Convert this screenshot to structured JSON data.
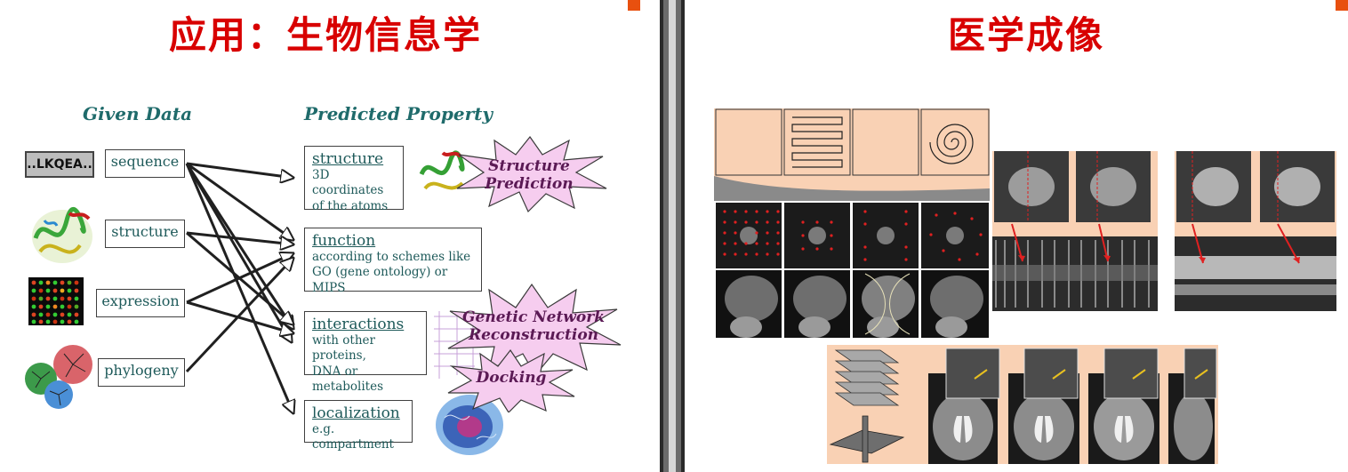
{
  "left": {
    "title": "应用：生物信息学",
    "given_header": "Given Data",
    "predicted_header": "Predicted Property",
    "sequence_tag": "..LKQEA..",
    "inputs": [
      "sequence",
      "structure",
      "expression",
      "phylogeny"
    ],
    "outputs": [
      {
        "title": "structure",
        "desc": [
          "3D coordinates",
          "of the atoms"
        ]
      },
      {
        "title": "function",
        "desc": [
          "according to schemes like",
          "GO (gene ontology) or MIPS"
        ]
      },
      {
        "title": "interactions",
        "desc": [
          "with other proteins,",
          "DNA or metabolites"
        ]
      },
      {
        "title": "localization",
        "desc": [
          "e.g. compartment"
        ]
      }
    ],
    "stars": [
      {
        "lines": [
          "Structure",
          "Prediction"
        ]
      },
      {
        "lines": [
          "Genetic Network",
          "Reconstruction"
        ]
      },
      {
        "lines": [
          "Docking"
        ]
      }
    ]
  },
  "right": {
    "title": "医学成像"
  },
  "colors": {
    "title_red": "#d80000",
    "teal_text": "#1e5a5a",
    "star_fill": "#f6cdef",
    "peach_bg": "#f9d1b4",
    "arrow_red": "#e02020"
  }
}
